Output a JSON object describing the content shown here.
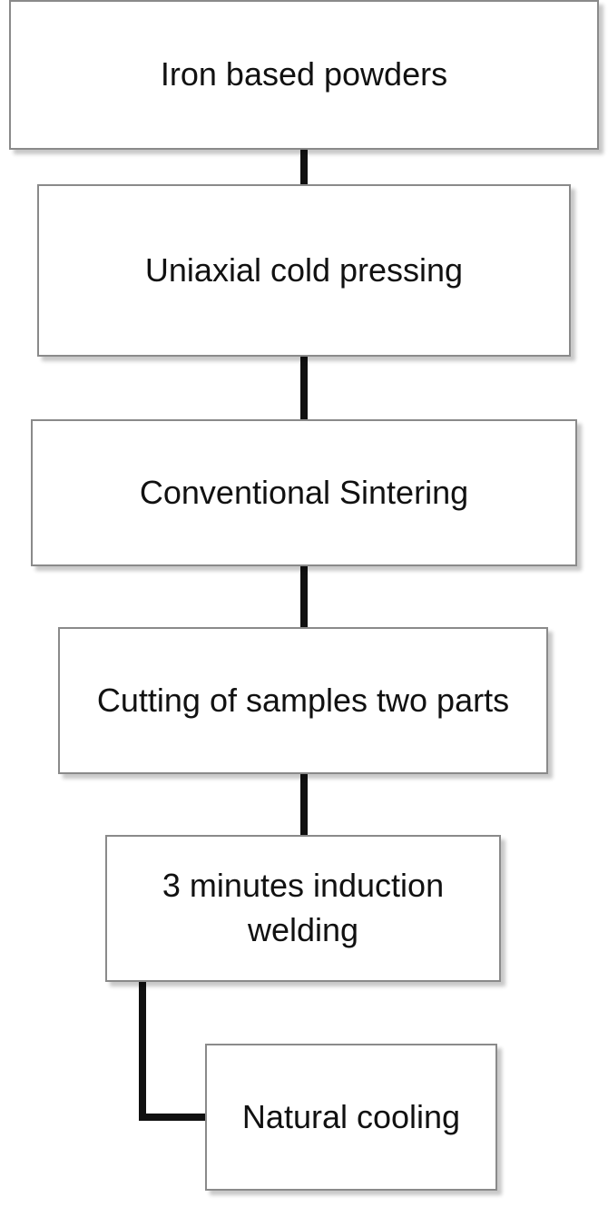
{
  "flowchart": {
    "steps": [
      {
        "label": "Iron based powders"
      },
      {
        "label": "Uniaxial cold pressing"
      },
      {
        "label": "Conventional Sintering"
      },
      {
        "label": "Cutting of samples two parts"
      },
      {
        "label": "3 minutes induction\nwelding"
      },
      {
        "label": "Natural cooling"
      }
    ]
  },
  "colors": {
    "box_border": "#8a8a8a",
    "connector": "#111111",
    "text": "#111111",
    "background": "#ffffff"
  }
}
